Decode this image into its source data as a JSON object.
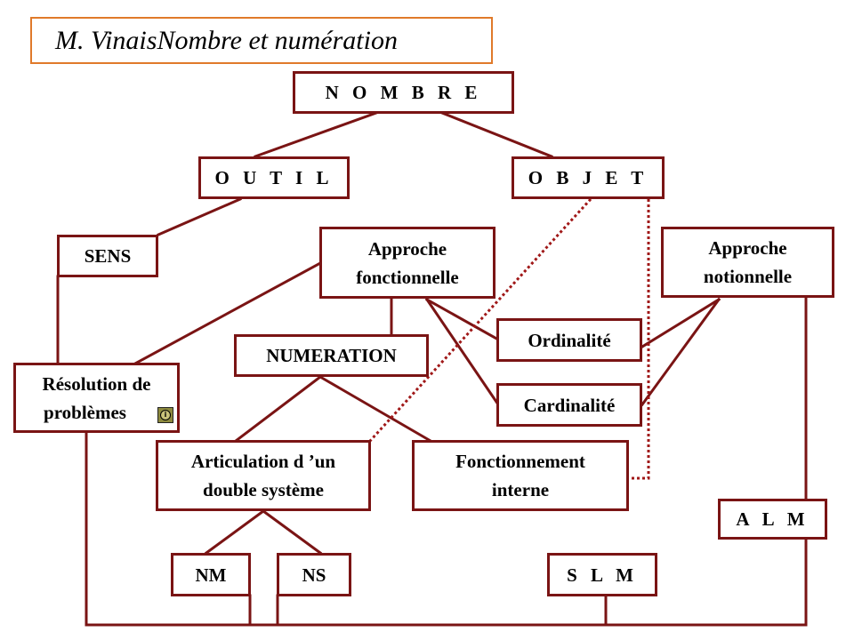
{
  "header": {
    "author": "M. Vinais",
    "subject": "Nombre et numération"
  },
  "nodes": {
    "nombre": "N O M B R E",
    "outil": "O U T I L",
    "objet": "O B J E T",
    "sens": "SENS",
    "approche_fonctionnelle": [
      "Approche",
      "fonctionnelle"
    ],
    "approche_notionnelle": [
      "Approche",
      "notionnelle"
    ],
    "numeration": "NUMERATION",
    "resolution": [
      "Résolution de",
      "problèmes"
    ],
    "ordinalite": "Ordinalité",
    "cardinalite": "Cardinalité",
    "articulation": [
      "Articulation d ’un",
      "double système"
    ],
    "fonctionnement": [
      "Fonctionnement",
      "interne"
    ],
    "alm": "A L M",
    "nm": "NM",
    "ns": "NS",
    "slm": "S L M"
  },
  "colors": {
    "node_border": "#7a1414",
    "connector": "#7a1414",
    "title_border": "#e07a2a"
  },
  "icons": {
    "resolution_badge": "info-badge-icon"
  }
}
